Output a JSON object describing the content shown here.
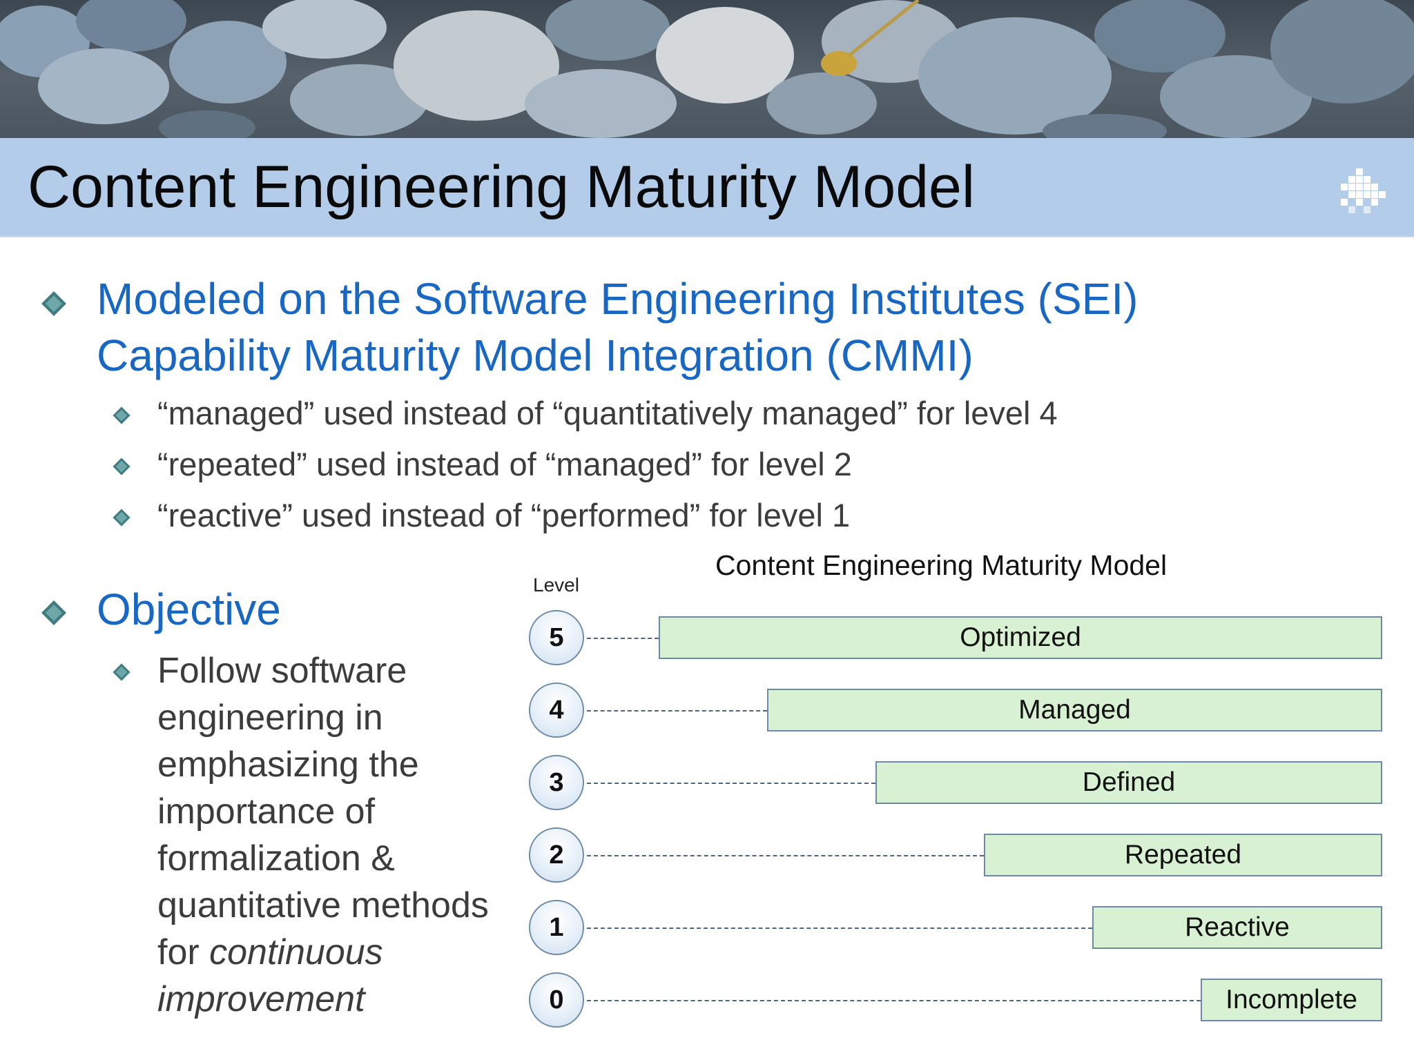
{
  "slide": {
    "title": "Content Engineering Maturity Model",
    "bullets": {
      "main_1_line_1": "Modeled on the Software Engineering Institutes (SEI)",
      "main_1_line_2": "Capability Maturity Model Integration (CMMI)",
      "sub_items": [
        "“managed” used instead of “quantitatively managed” for level 4",
        "“repeated” used instead of “managed” for level 2",
        "“reactive” used instead of “performed” for level 1"
      ],
      "main_2": "Objective",
      "objective_text_plain": "Follow software engineering in emphasizing the importance of formalization & quantitative methods for ",
      "objective_text_italic": "continuous improvement"
    }
  },
  "chart_data": {
    "type": "table",
    "title": "Content Engineering Maturity Model",
    "ylabel": "Level",
    "levels": [
      {
        "level": "5",
        "name": "Optimized"
      },
      {
        "level": "4",
        "name": "Managed"
      },
      {
        "level": "3",
        "name": "Defined"
      },
      {
        "level": "2",
        "name": "Repeated"
      },
      {
        "level": "1",
        "name": "Reactive"
      },
      {
        "level": "0",
        "name": "Incomplete"
      }
    ]
  },
  "colors": {
    "title_bar": "#b3cce9",
    "heading_blue": "#1867c5",
    "box_fill": "#d9f1d3",
    "box_border": "#6c8aa6"
  },
  "icons": [
    "bullet-diamond-icon",
    "grid-logo-icon"
  ]
}
